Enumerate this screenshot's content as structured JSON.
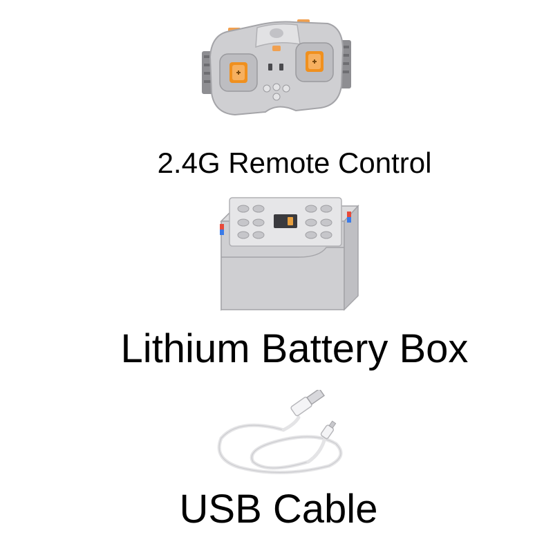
{
  "products": [
    {
      "id": "remote",
      "label": "2.4G Remote Control"
    },
    {
      "id": "battery",
      "label": "Lithium Battery Box"
    },
    {
      "id": "cable",
      "label": "USB Cable"
    }
  ],
  "colors": {
    "background": "#ffffff",
    "text": "#000000",
    "plastic_light": "#d6d6d8",
    "plastic_dark": "#9a9a9e",
    "accent_orange": "#f0901e"
  },
  "icons": [
    "remote-control-illustration",
    "battery-box-illustration",
    "usb-cable-illustration"
  ]
}
